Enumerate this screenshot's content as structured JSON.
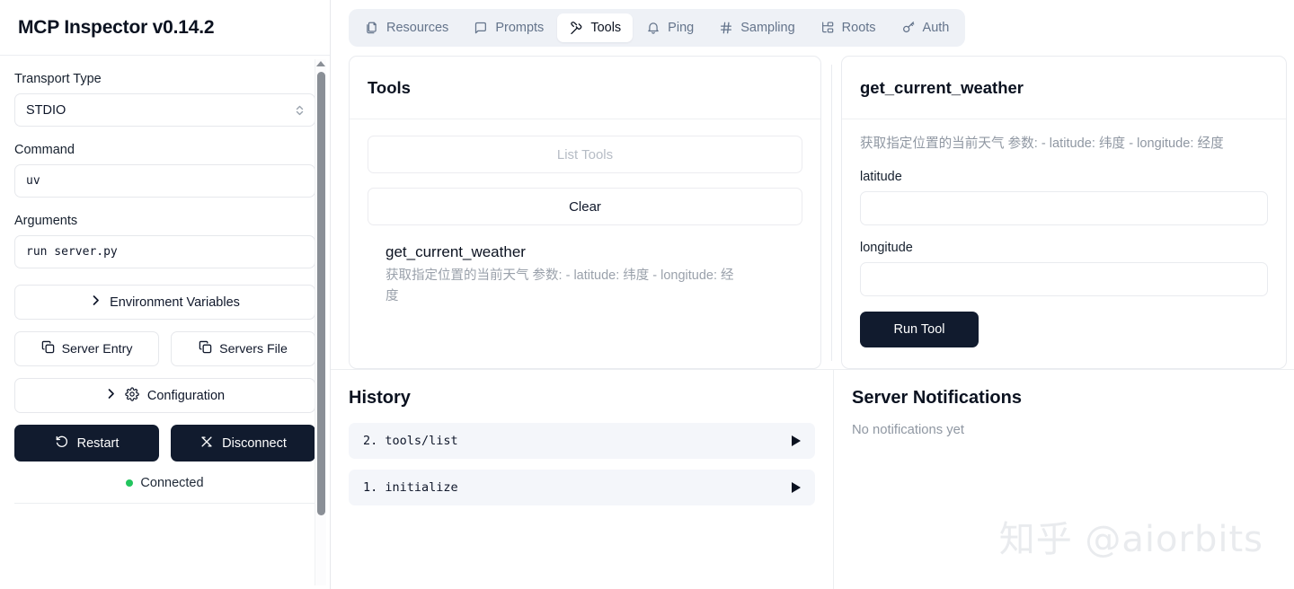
{
  "app": {
    "title": "MCP Inspector v0.14.2"
  },
  "sidebar": {
    "transport": {
      "label": "Transport Type",
      "value": "STDIO",
      "icon": "chevron-up-down-icon"
    },
    "command": {
      "label": "Command",
      "value": "uv"
    },
    "arguments": {
      "label": "Arguments",
      "value": "run server.py"
    },
    "env_vars_button": {
      "label": "Environment Variables",
      "icon": "chevron-right-icon"
    },
    "server_entry_button": {
      "label": "Server Entry",
      "icon": "copy-icon"
    },
    "servers_file_button": {
      "label": "Servers File",
      "icon": "copy-icon"
    },
    "configuration_button": {
      "label": "Configuration",
      "icons": [
        "chevron-right-icon",
        "gear-icon"
      ]
    },
    "restart_button": {
      "label": "Restart",
      "icon": "rotate-ccw-icon"
    },
    "disconnect_button": {
      "label": "Disconnect",
      "icon": "unplug-icon"
    },
    "connection_status": {
      "label": "Connected",
      "color": "#22c55e"
    }
  },
  "tabs": [
    {
      "label": "Resources",
      "icon": "files-icon",
      "active": false
    },
    {
      "label": "Prompts",
      "icon": "message-square-icon",
      "active": false
    },
    {
      "label": "Tools",
      "icon": "hammer-icon",
      "active": true
    },
    {
      "label": "Ping",
      "icon": "bell-icon",
      "active": false
    },
    {
      "label": "Sampling",
      "icon": "hash-icon",
      "active": false
    },
    {
      "label": "Roots",
      "icon": "folder-tree-icon",
      "active": false
    },
    {
      "label": "Auth",
      "icon": "key-icon",
      "active": false
    }
  ],
  "tools_pane": {
    "title": "Tools",
    "list_tools_button": "List Tools",
    "clear_button": "Clear",
    "items": [
      {
        "name": "get_current_weather",
        "description": "获取指定位置的当前天气 参数: - latitude: 纬度 - longitude: 经度"
      }
    ]
  },
  "tool_detail": {
    "title": "get_current_weather",
    "description": "获取指定位置的当前天气 参数: - latitude: 纬度 - longitude: 经度",
    "params": [
      {
        "label": "latitude",
        "value": ""
      },
      {
        "label": "longitude",
        "value": ""
      }
    ],
    "run_button": "Run Tool"
  },
  "history": {
    "title": "History",
    "items": [
      {
        "label": "2. tools/list",
        "icon": "play-triangle-icon"
      },
      {
        "label": "1. initialize",
        "icon": "play-triangle-icon"
      }
    ]
  },
  "notifications": {
    "title": "Server Notifications",
    "empty_text": "No notifications yet"
  },
  "watermark": {
    "text": "知乎 @aiorbits"
  },
  "colors": {
    "accent_dark": "#111b2e",
    "connected_green": "#22c55e",
    "tabbar_bg": "#eef1f6",
    "muted_text": "#9aa1ab"
  }
}
